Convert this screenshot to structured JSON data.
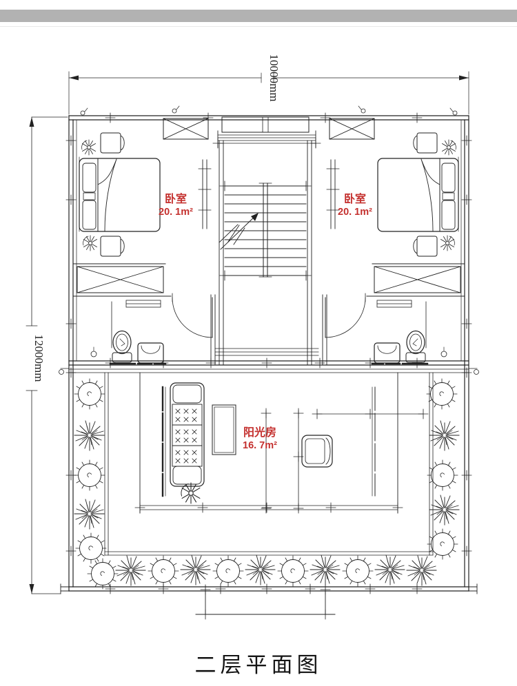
{
  "page": {
    "caption": "二层平面图"
  },
  "dimensions": {
    "top": "10000mm",
    "left": "12000mm"
  },
  "rooms": {
    "bedroom_left": {
      "name": "卧室",
      "area": "20. 1m²"
    },
    "bedroom_right": {
      "name": "卧室",
      "area": "20. 1m²"
    },
    "sunroom": {
      "name": "阳光房",
      "area": "16. 7m²"
    }
  },
  "colors": {
    "room_label": "#c4302e",
    "line": "#222222",
    "header_bar": "#b2b2b2"
  },
  "icons": {
    "plant_round": "shrub-icon",
    "plant_star": "bush-icon",
    "flower": "flower-swirl-icon"
  }
}
